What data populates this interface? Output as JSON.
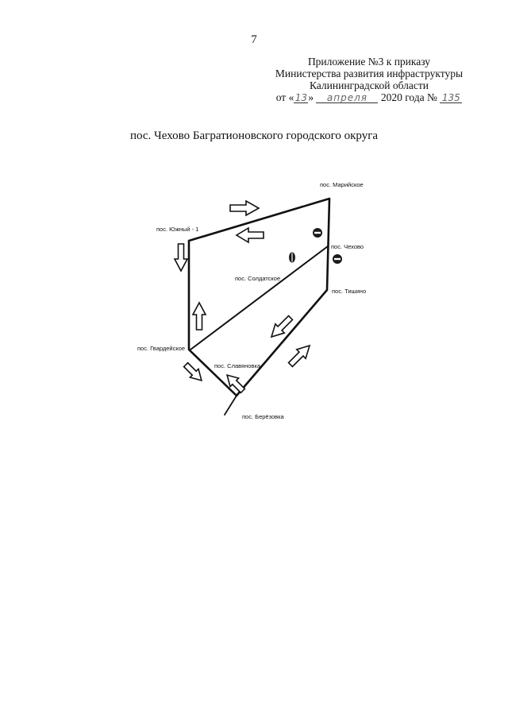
{
  "page": {
    "number": "7"
  },
  "approval": {
    "line1": "Приложение №3 к приказу",
    "line2": "Министерства развития инфраструктуры",
    "line3": "Калининградской области",
    "prefix": "от «",
    "day": "13",
    "quote_close": "»",
    "month": "апреля",
    "year_text": "2020 года №",
    "number": "135"
  },
  "title": "пос. Чехово Багратионовского городского округа",
  "scheme": {
    "labels": {
      "mariyskoe": "пос. Марийское",
      "yuzhny": "пос. Южный - 1",
      "chekhovo": "пос. Чехово",
      "soldatskoe": "пос. Солдатское",
      "tishino": "пос. Тишино",
      "gvardeyskoe": "пос. Гвардейское",
      "slavyanovka": "пос. Славяновка",
      "beryozovka": "пос. Берёзовка"
    }
  }
}
